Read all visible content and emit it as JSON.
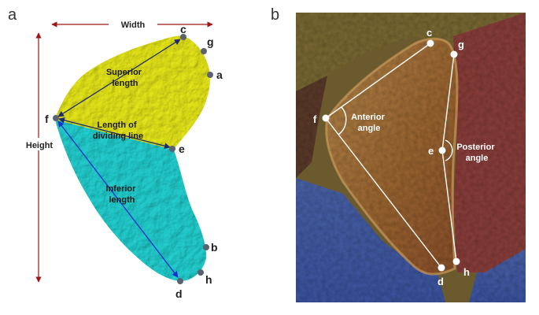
{
  "panel_a": {
    "letter": "a",
    "width_label": "Width",
    "height_label": "Height",
    "superior_label": [
      "Superior",
      "length"
    ],
    "dividing_label": [
      "Length of",
      "dividing line"
    ],
    "inferior_label": [
      "Inferior",
      "length"
    ],
    "points": {
      "c": "c",
      "g": "g",
      "a": "a",
      "f": "f",
      "e": "e",
      "b": "b",
      "h": "h",
      "d": "d"
    }
  },
  "panel_b": {
    "letter": "b",
    "anterior_label": [
      "Anterior",
      "angle"
    ],
    "posterior_label": [
      "Posterior",
      "angle"
    ],
    "points": {
      "c": "c",
      "g": "g",
      "f": "f",
      "e": "e",
      "d": "d",
      "h": "h"
    }
  },
  "colors": {
    "superior_region": "#e3e31a",
    "inferior_region": "#22cccc",
    "measure_dark_red": "#a01616",
    "measure_blue": "#1a2fd0",
    "point_gray": "#5a6270"
  }
}
